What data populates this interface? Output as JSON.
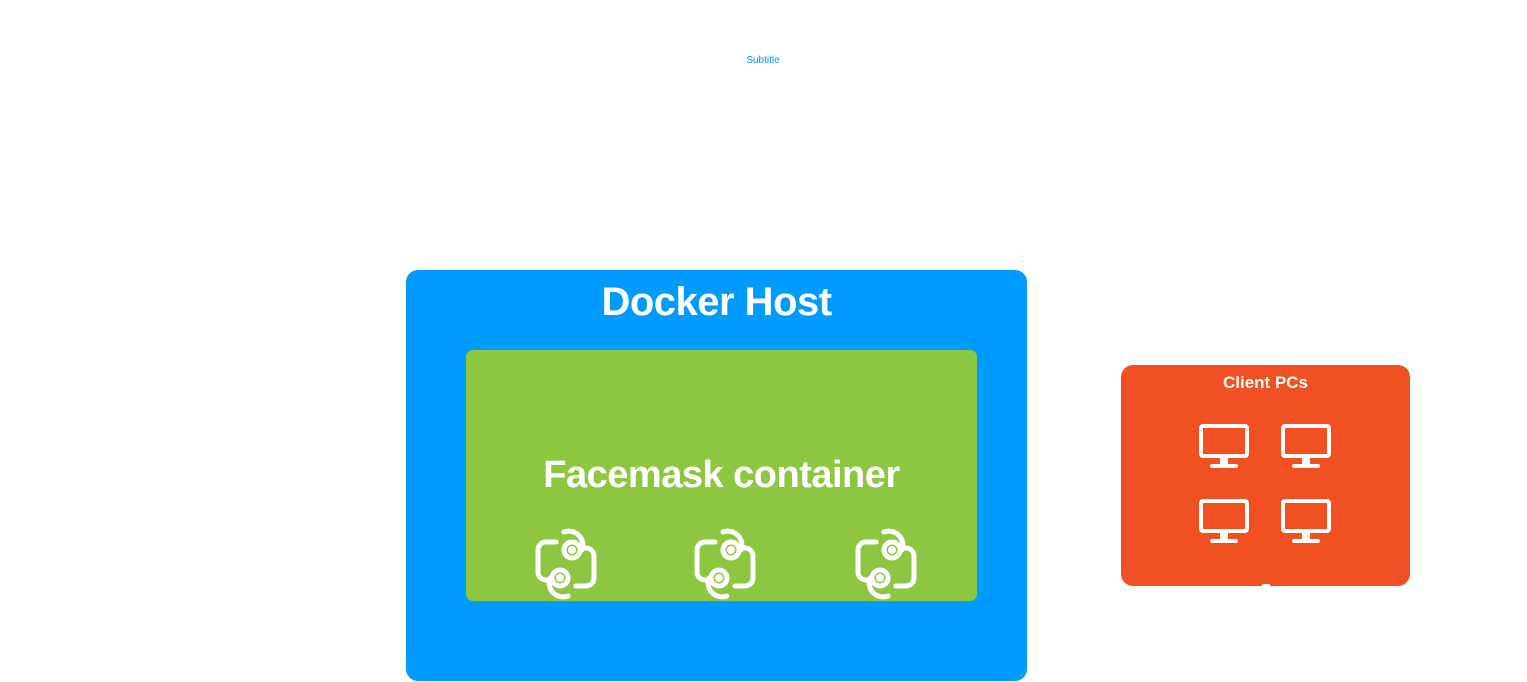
{
  "diagram": {
    "subtitle": "Subtitle",
    "docker_host": {
      "label": "Docker Host",
      "color": "#009bff"
    },
    "facemask_container": {
      "label": "Facemask container",
      "color": "#8dc640",
      "services": [
        {
          "icon": "service-icon"
        },
        {
          "icon": "service-icon"
        },
        {
          "icon": "service-icon"
        }
      ]
    },
    "client_pcs": {
      "label": "Client PCs",
      "color": "#f15022",
      "computers": [
        {
          "icon": "desktop-monitor-icon"
        },
        {
          "icon": "desktop-monitor-icon"
        },
        {
          "icon": "desktop-monitor-icon"
        },
        {
          "icon": "desktop-monitor-icon"
        }
      ]
    }
  }
}
